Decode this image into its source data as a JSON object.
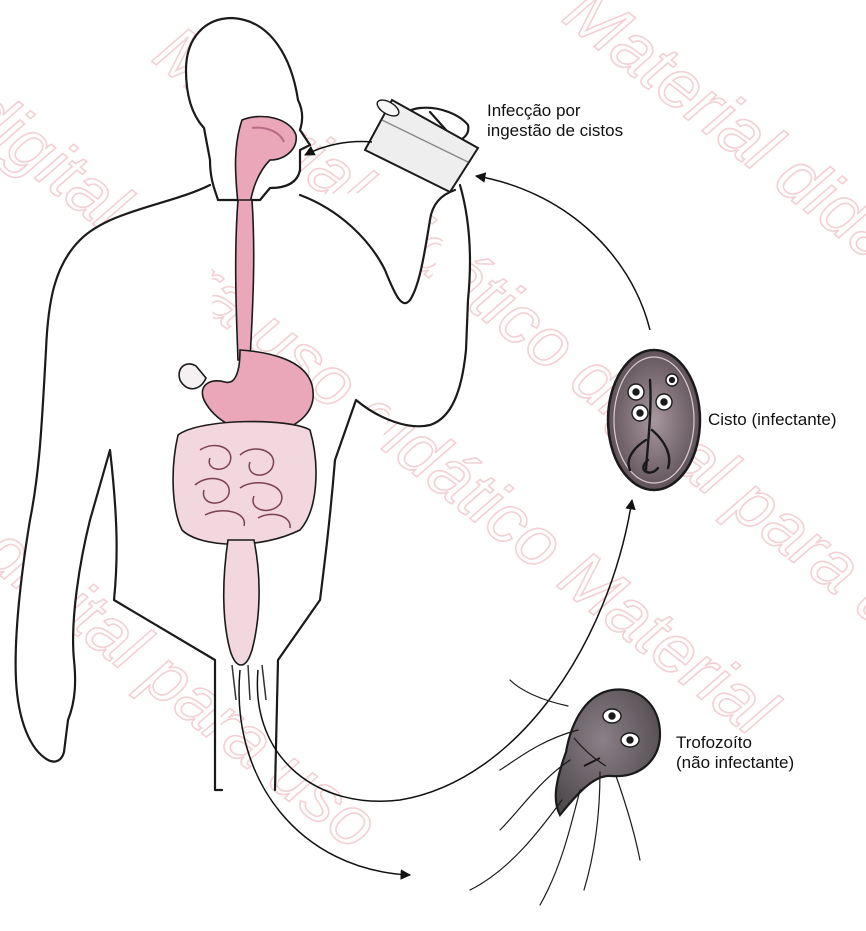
{
  "labels": {
    "infection": [
      "Infecção por",
      "ingestão de cistos"
    ],
    "cyst": "Cisto (infectante)",
    "trophozoite": [
      "Trofozoíto",
      "(não infectante)"
    ]
  },
  "watermark": {
    "text": "Material didático digital para uso",
    "color": "#e8aab0"
  },
  "colors": {
    "digestive_tract": "#e9a7b9",
    "digestive_tract_dark": "#b86a86",
    "outline": "#1a1a1a",
    "cyst_fill": "#6d5f66",
    "trophozoite_fill": "#5e575c"
  }
}
